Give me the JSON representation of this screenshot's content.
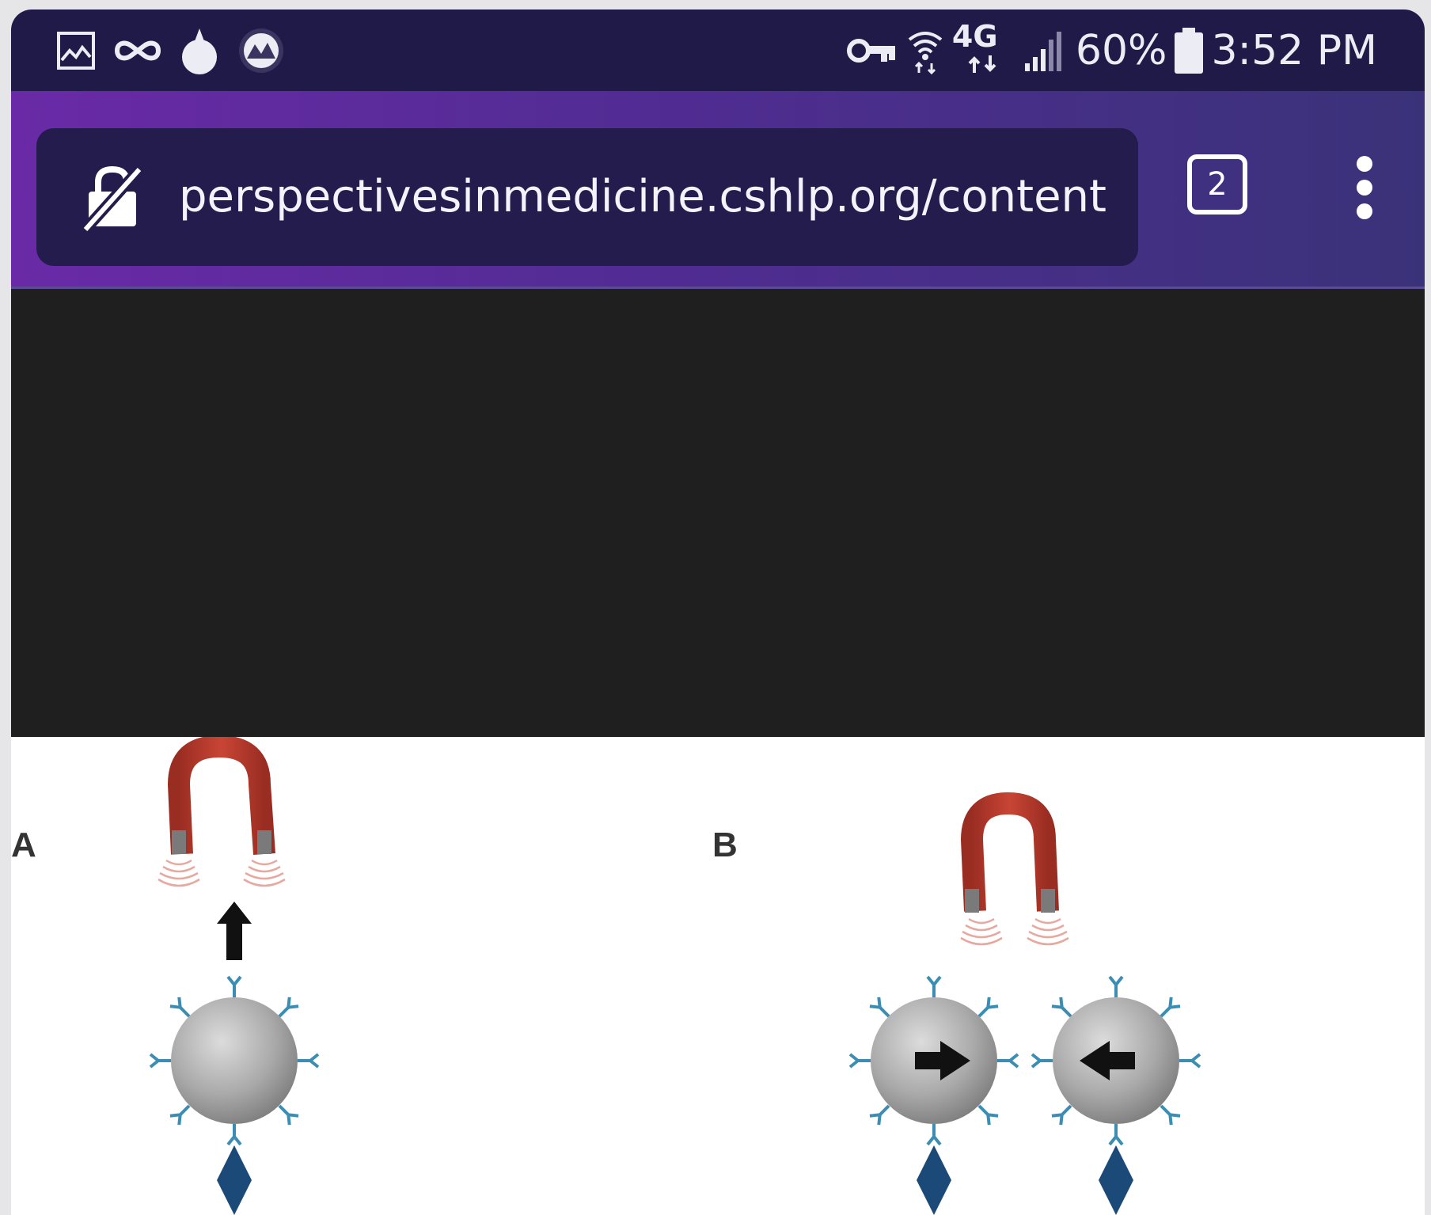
{
  "status_bar": {
    "left_icons": [
      "gallery-icon",
      "incognito-icon",
      "drop-icon",
      "app-icon"
    ],
    "right_icons": [
      "vpn-key-icon",
      "wifi-icon",
      "4g-lte-icon",
      "signal-icon",
      "battery-icon"
    ],
    "network": "4G",
    "battery": "60%",
    "time": "3:52 PM"
  },
  "browser": {
    "url": "perspectivesinmedicine.cshlp.org/content",
    "tab_count": "2",
    "lock_icon": "insecure-lock-icon",
    "menu_icon": "more-vert-icon"
  },
  "figure": {
    "panel_a_label": "A",
    "panel_b_label": "B"
  },
  "colors": {
    "status_bar": "#201a49",
    "toolbar_start": "#6a2aa7",
    "toolbar_end": "#3a3279",
    "url_pill": "#231c4c",
    "video_bg": "#1f1f1f",
    "magnet": "#b73a2a",
    "antibody": "#3b8db3",
    "antigen": "#1c4a78"
  }
}
